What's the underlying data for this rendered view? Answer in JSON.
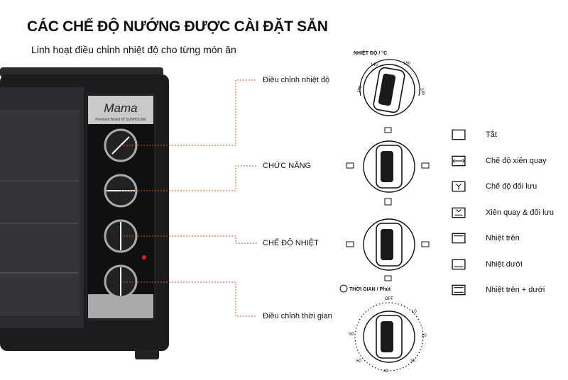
{
  "header": {
    "title": "CÁC CHẾ ĐỘ NƯỚNG ĐƯỢC CÀI ĐẶT SẴN",
    "subtitle": "Linh hoạt điều chỉnh nhiệt độ cho từng món ăn"
  },
  "oven": {
    "brand": "Mama",
    "brand_tagline": "Premium Brand Of SUNHOUSE"
  },
  "callouts": {
    "temperature": "Điều chỉnh nhiệt độ",
    "function": "CHỨC NĂNG",
    "heat_mode": "CHẾ ĐỘ NHIỆT",
    "timer": "Điều chỉnh thời gian"
  },
  "dials": {
    "temperature": {
      "label": "NHIỆT ĐỘ / °C",
      "ticks": [
        "100",
        "140",
        "180",
        "240"
      ]
    },
    "timer": {
      "label": "THỜI GIAN / Phút",
      "ticks": [
        "OFF",
        "10",
        "20",
        "30",
        "40",
        "60",
        "80"
      ]
    }
  },
  "legend": [
    {
      "icon": "off-mode-icon",
      "label": "Tắt"
    },
    {
      "icon": "rotisserie-icon",
      "label": "Chế độ xiên quay"
    },
    {
      "icon": "convection-fan-icon",
      "label": "Chế độ đối lưu"
    },
    {
      "icon": "rotisserie-convection-icon",
      "label": "Xiên quay & đối lưu"
    },
    {
      "icon": "top-heat-icon",
      "label": "Nhiệt trên"
    },
    {
      "icon": "bottom-heat-icon",
      "label": "Nhiệt dưới"
    },
    {
      "icon": "top-bottom-heat-icon",
      "label": "Nhiệt trên + dưới"
    }
  ],
  "colors": {
    "oven_body": "#1c1c1e",
    "control_panel": "#101012",
    "callout_line": "#e0502a",
    "text": "#111111"
  }
}
